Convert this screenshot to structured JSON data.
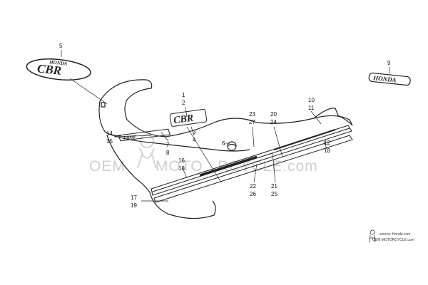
{
  "diagram": {
    "callouts": [
      "5",
      "9",
      "1",
      "2",
      "3",
      "4",
      "10",
      "11",
      "20",
      "24",
      "23",
      "27",
      "14",
      "15",
      "7",
      "8",
      "6",
      "16",
      "18",
      "12",
      "13",
      "22",
      "26",
      "21",
      "25",
      "17",
      "19"
    ],
    "decals": {
      "tank_logo": {
        "brand": "HONDA",
        "model": "CBR"
      },
      "tail_logo": {
        "brand": "HONDA"
      },
      "fairing_logo": {
        "model": "CBR"
      },
      "side_stripe": {
        "text": "1000F"
      }
    }
  },
  "watermark": {
    "text": "OEM MOTORCYCLE.com",
    "left": "OEM",
    "mid": "MOTO",
    "right": "RCYCLE.com"
  },
  "credit": {
    "source": "source: Honda.com",
    "site": "OEM MOTORCYCLE.com"
  }
}
